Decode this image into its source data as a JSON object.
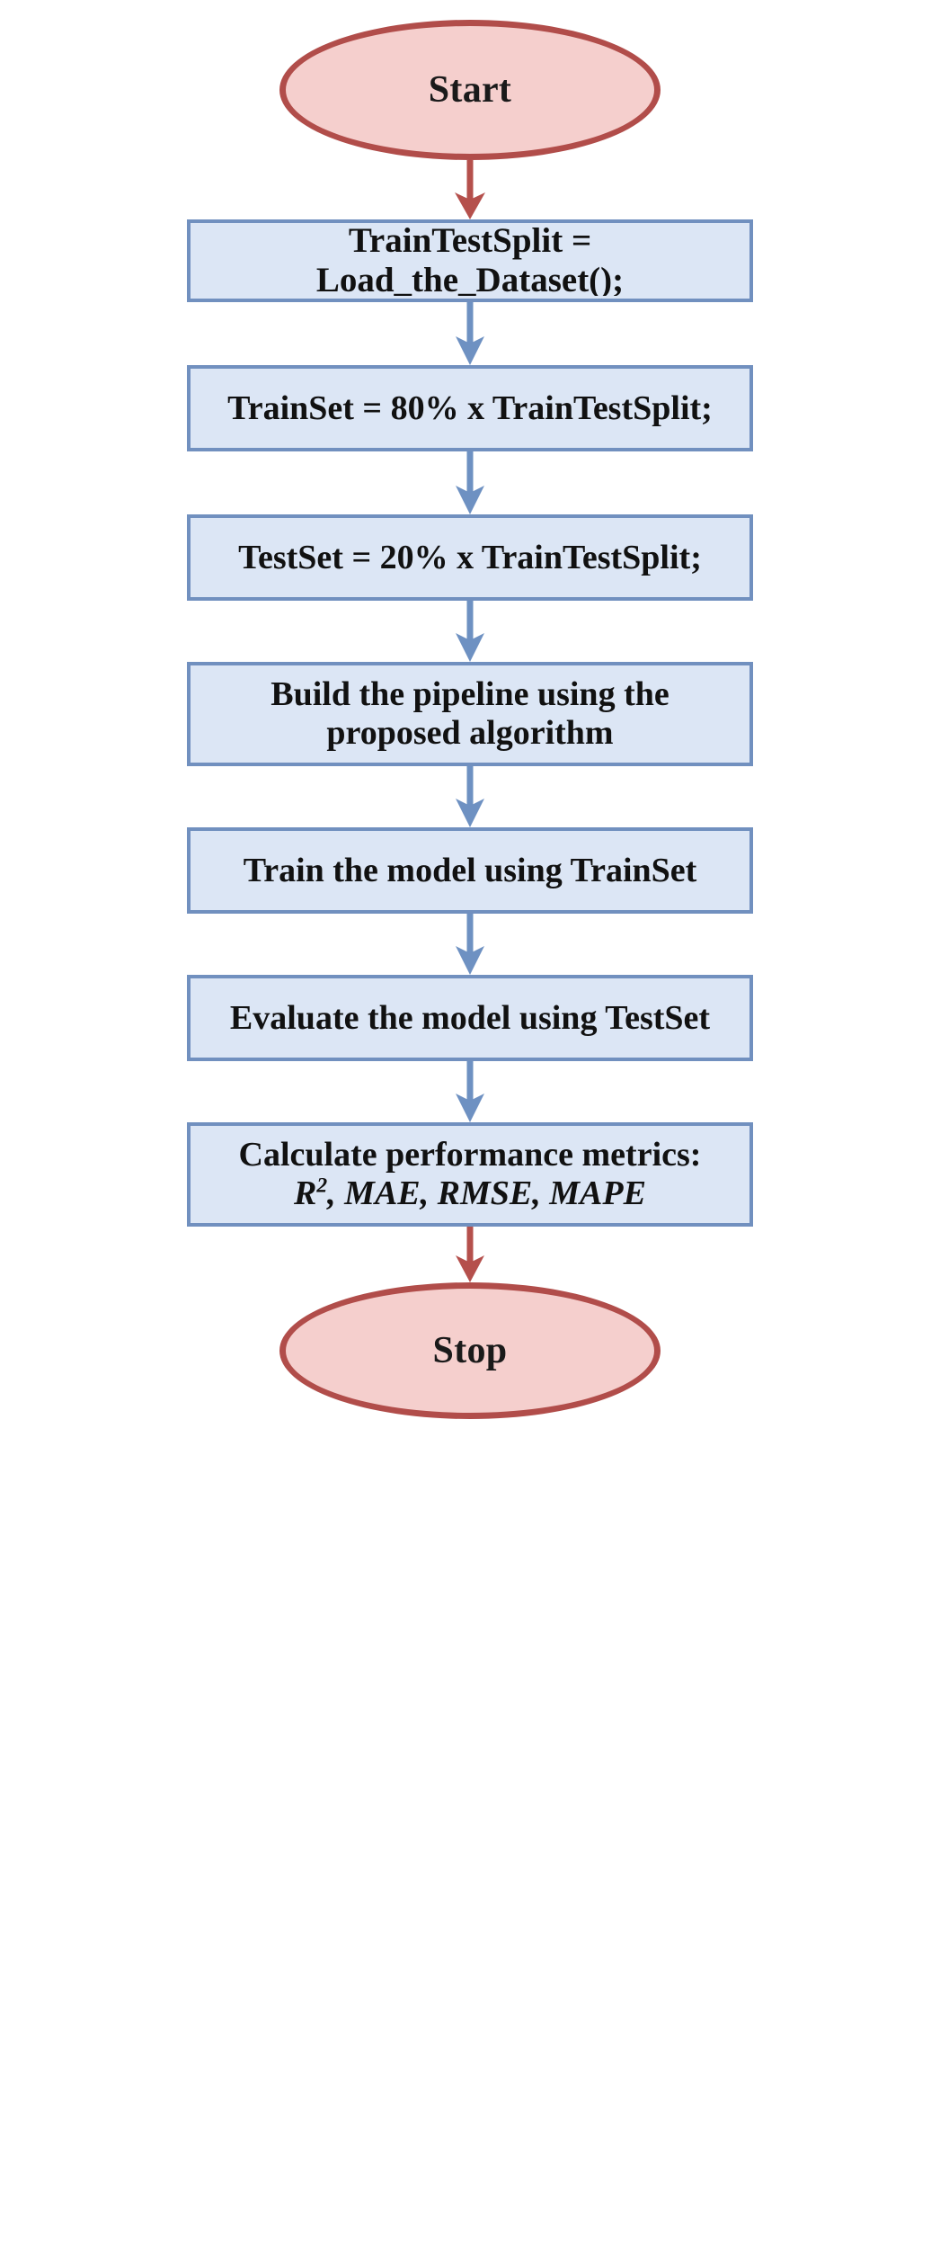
{
  "diagram": {
    "title": "Machine learning modelling workflow flowchart",
    "colors": {
      "terminal_fill": "#f5cfcd",
      "terminal_stroke": "#b14d4a",
      "process_fill": "#dce6f5",
      "process_stroke": "#7190bf",
      "process_stroke_dark": "#6b8cbd",
      "arrow_red": "#b5504c",
      "arrow_blue": "#6e91c2",
      "text": "#111111",
      "background": "#ffffff"
    },
    "nodes": [
      {
        "id": "start",
        "shape": "ellipse",
        "label": "Start"
      },
      {
        "id": "load",
        "shape": "rectangle",
        "label": "TrainTestSplit = Load_the_Dataset();"
      },
      {
        "id": "trainset",
        "shape": "rectangle",
        "label": "TrainSet  = 80% x TrainTestSplit;"
      },
      {
        "id": "testset",
        "shape": "rectangle",
        "label": "TestSet  = 20% x TrainTestSplit;"
      },
      {
        "id": "pipeline",
        "shape": "rectangle",
        "label_line1": "Build the pipeline using the",
        "label_line2": "proposed algorithm"
      },
      {
        "id": "train",
        "shape": "rectangle",
        "label": "Train the model using TrainSet"
      },
      {
        "id": "evaluate",
        "shape": "rectangle",
        "label": "Evaluate the model using TestSet"
      },
      {
        "id": "metrics",
        "shape": "rectangle",
        "label_line1": "Calculate performance metrics:",
        "metric_base": "R",
        "metric_exp": "2",
        "metric_rest": ", MAE, RMSE, MAPE"
      },
      {
        "id": "stop",
        "shape": "ellipse",
        "label": "Stop"
      }
    ],
    "edges": [
      {
        "from": "start",
        "to": "load",
        "color": "red"
      },
      {
        "from": "load",
        "to": "trainset",
        "color": "blue"
      },
      {
        "from": "trainset",
        "to": "testset",
        "color": "blue"
      },
      {
        "from": "testset",
        "to": "pipeline",
        "color": "blue"
      },
      {
        "from": "pipeline",
        "to": "train",
        "color": "blue"
      },
      {
        "from": "train",
        "to": "evaluate",
        "color": "blue"
      },
      {
        "from": "evaluate",
        "to": "metrics",
        "color": "blue"
      },
      {
        "from": "metrics",
        "to": "stop",
        "color": "red"
      }
    ]
  }
}
